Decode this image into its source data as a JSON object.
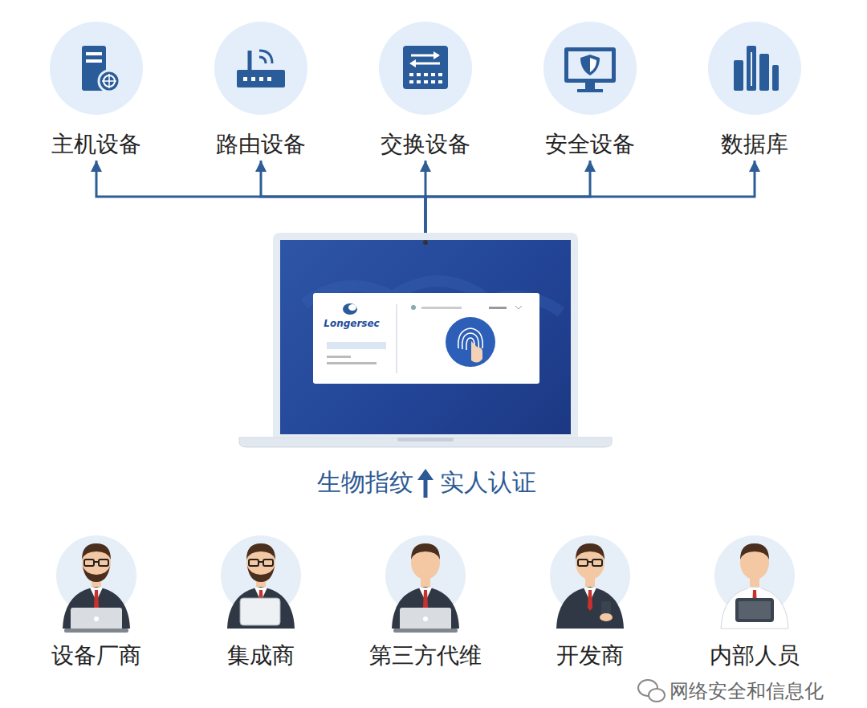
{
  "diagram": {
    "nodes": [
      {
        "text": [
          "主机设备"
        ]
      },
      {
        "text": [
          "路由设备"
        ]
      },
      {
        "text": [
          "交换设备"
        ]
      },
      {
        "text": [
          "安全设备"
        ]
      },
      {
        "text": [
          "数据库"
        ]
      },
      {
        "text": [
          "Longersec"
        ]
      },
      {
        "text": [
          "设备厂商"
        ]
      },
      {
        "text": [
          "集成商"
        ]
      },
      {
        "text": [
          "第三方代维"
        ]
      },
      {
        "text": [
          "开发商"
        ]
      },
      {
        "text": [
          "内部人员"
        ]
      }
    ],
    "edges": [
      {
        "from": 5,
        "to": 0,
        "arrow": "to"
      },
      {
        "from": 5,
        "to": 1,
        "arrow": "to"
      },
      {
        "from": 5,
        "to": 2,
        "arrow": "to"
      },
      {
        "from": 5,
        "to": 3,
        "arrow": "to"
      },
      {
        "from": 5,
        "to": 4,
        "arrow": "to"
      }
    ],
    "labels": [
      "生物指纹",
      "实人认证",
      "网络安全和信息化"
    ]
  }
}
